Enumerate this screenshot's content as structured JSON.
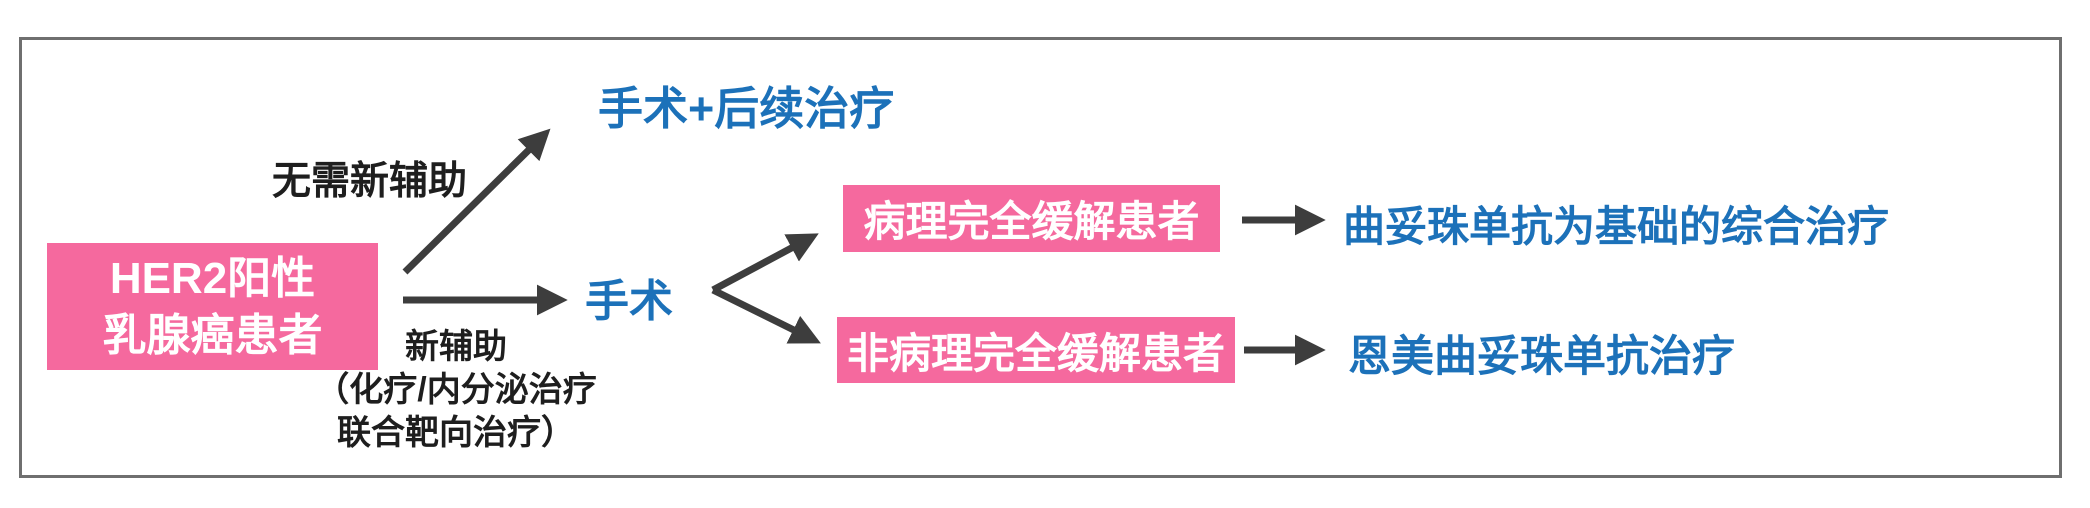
{
  "colors": {
    "pink": "#F5699E",
    "blue": "#1C71B9",
    "ink": "#1e1e1e",
    "arrow": "#3d3d3d",
    "frame": "#6f6f6f",
    "bg": "#ffffff"
  },
  "flowchart": {
    "root": {
      "line1": "HER2阳性",
      "line2": "乳腺癌患者"
    },
    "branch_top": {
      "edge_label": "无需新辅助",
      "outcome": "手术+后续治疗"
    },
    "branch_bottom": {
      "edge_label_line1": "新辅助",
      "edge_label_line2": "（化疗/内分泌治疗",
      "edge_label_line3": "联合靶向治疗）",
      "node": "手术",
      "sub_branches": [
        {
          "condition": "病理完全缓解患者",
          "treatment": "曲妥珠单抗为基础的综合治疗"
        },
        {
          "condition": "非病理完全缓解患者",
          "treatment": "恩美曲妥珠单抗治疗"
        }
      ]
    }
  }
}
